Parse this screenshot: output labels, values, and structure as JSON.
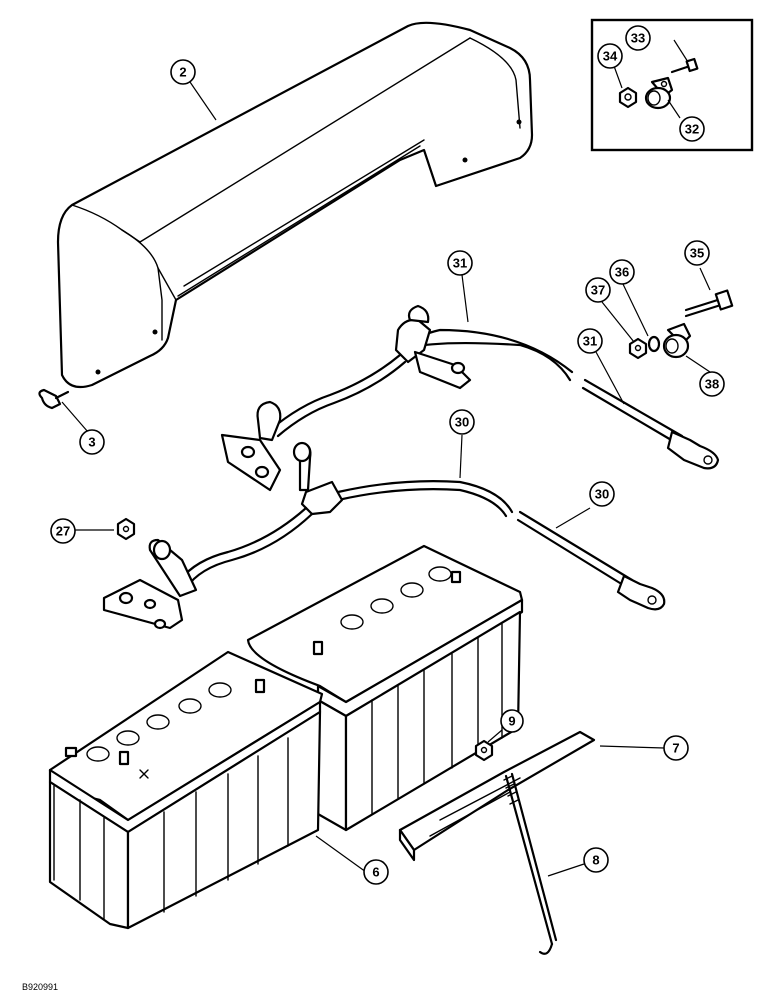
{
  "figure_code": "B920991",
  "callouts": [
    {
      "id": "c2",
      "label": "2"
    },
    {
      "id": "c3",
      "label": "3"
    },
    {
      "id": "c6",
      "label": "6"
    },
    {
      "id": "c7",
      "label": "7"
    },
    {
      "id": "c8",
      "label": "8"
    },
    {
      "id": "c9",
      "label": "9"
    },
    {
      "id": "c27",
      "label": "27"
    },
    {
      "id": "c30a",
      "label": "30"
    },
    {
      "id": "c30b",
      "label": "30"
    },
    {
      "id": "c31a",
      "label": "31"
    },
    {
      "id": "c31b",
      "label": "31"
    },
    {
      "id": "c32",
      "label": "32"
    },
    {
      "id": "c33",
      "label": "33"
    },
    {
      "id": "c34",
      "label": "34"
    },
    {
      "id": "c35",
      "label": "35"
    },
    {
      "id": "c36",
      "label": "36"
    },
    {
      "id": "c37",
      "label": "37"
    },
    {
      "id": "c38",
      "label": "38"
    }
  ],
  "icons": [
    "battery-cover",
    "battery",
    "battery-cable",
    "battery-holddown",
    "bolt",
    "nut",
    "clamp",
    "wing-nut"
  ]
}
